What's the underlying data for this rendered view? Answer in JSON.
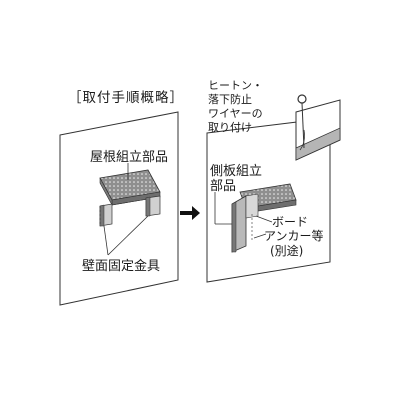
{
  "header": {
    "title": "［取付手順概略］"
  },
  "left_panel": {
    "roof_parts_label": "屋根組立部品",
    "wall_bracket_label": "壁面固定金具"
  },
  "right_panel": {
    "wire_label_lines": [
      "ヒートン・",
      "落下防止",
      "ワイヤーの",
      "取り付け"
    ],
    "side_plate_label_lines": [
      "側板組立",
      "部品"
    ],
    "anchor_label_lines": [
      "ボード",
      "アンカー等",
      "(別途)"
    ]
  },
  "colors": {
    "line": "#333333",
    "part_fill": "#9a9a9a",
    "part_dark": "#6e6e6e",
    "part_light": "#c8c8c8",
    "background": "#ffffff"
  }
}
